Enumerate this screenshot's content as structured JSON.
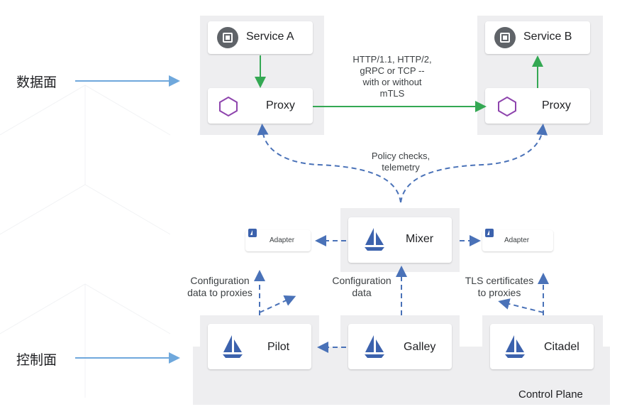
{
  "side_labels": {
    "data_plane": "数据面",
    "control_plane": "控制面"
  },
  "services": {
    "a": "Service A",
    "b": "Service B"
  },
  "proxy": {
    "left": "Proxy",
    "right": "Proxy"
  },
  "protocol_label": [
    "HTTP/1.1, HTTP/2,",
    "gRPC or TCP --",
    "with or without",
    "mTLS"
  ],
  "policy_label": [
    "Policy checks,",
    "telemetry"
  ],
  "mixer": "Mixer",
  "adapters": {
    "left": "Adapter",
    "right": "Adapter"
  },
  "config_proxies_label": [
    "Configuration",
    "data to proxies"
  ],
  "config_label": [
    "Configuration",
    "data"
  ],
  "tls_label": [
    "TLS certificates",
    "to proxies"
  ],
  "components": {
    "pilot": "Pilot",
    "galley": "Galley",
    "citadel": "Citadel"
  },
  "control_plane_title": "Control Plane",
  "colors": {
    "green_arrow": "#34a853",
    "blue_dashed": "#4a72b8",
    "proxy_hex": "#8e44ad",
    "sail": "#3c62ad",
    "side_arrow": "#6fa8dc"
  }
}
